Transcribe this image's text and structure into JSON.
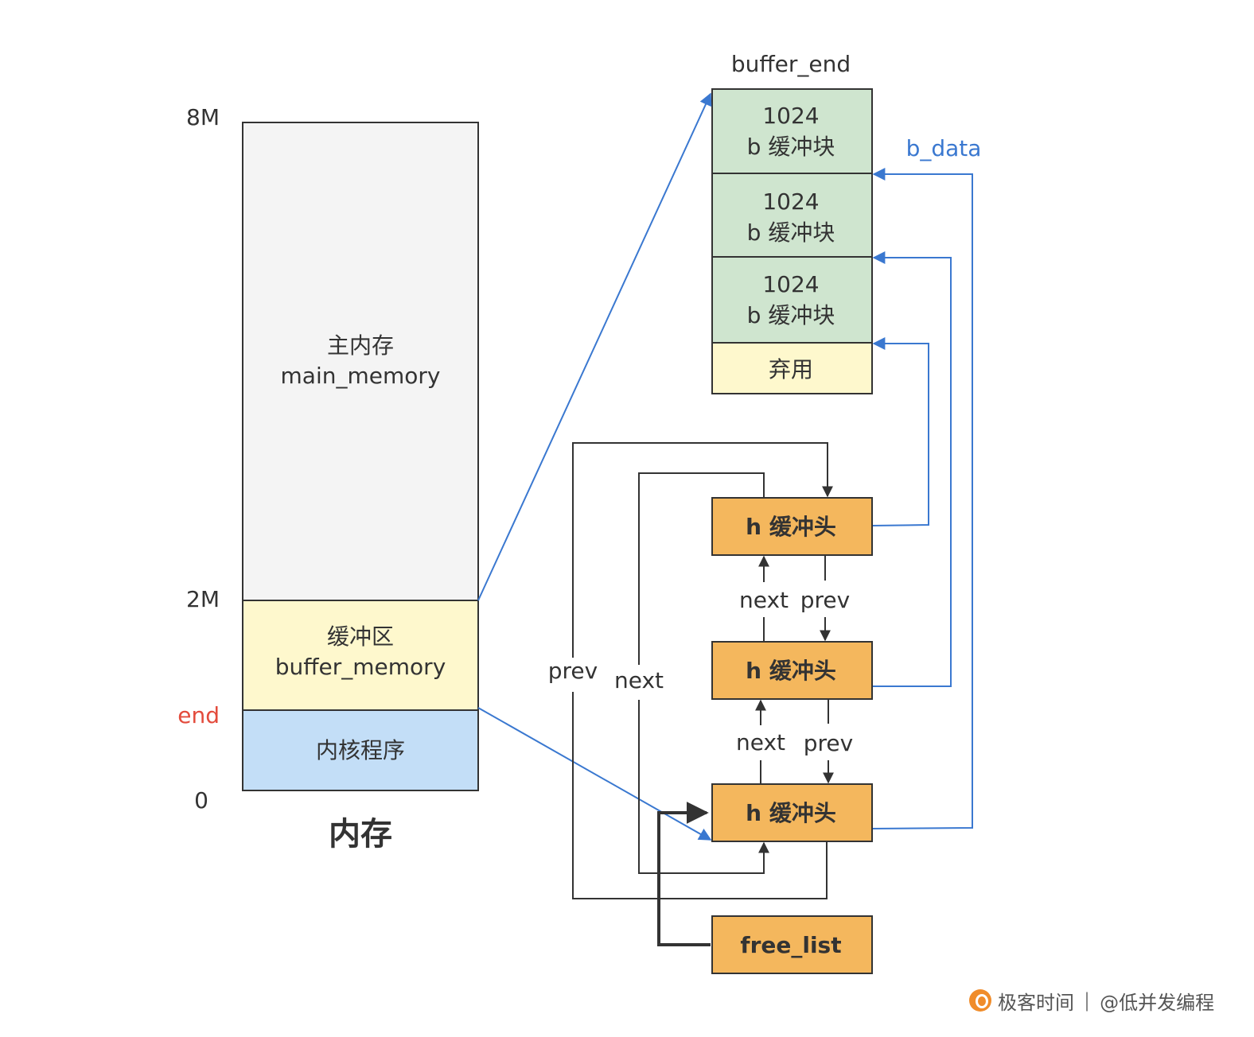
{
  "memory": {
    "title": "内存",
    "axis_labels": {
      "top": "8M",
      "mid": "2M",
      "end": "end",
      "zero": "0"
    },
    "regions": {
      "main": {
        "line1": "主内存",
        "line2": "main_memory",
        "color": "#f4f4f4"
      },
      "buffer": {
        "line1": "缓冲区",
        "line2": "buffer_memory",
        "color": "#fef8cd"
      },
      "kernel": {
        "line1": "内核程序",
        "color": "#c3def7"
      }
    },
    "end_color": "#e34b3c"
  },
  "buffer_blocks": {
    "title": "buffer_end",
    "blocks": [
      {
        "line1": "1024",
        "line2": "b 缓冲块"
      },
      {
        "line1": "1024",
        "line2": "b 缓冲块"
      },
      {
        "line1": "1024",
        "line2": "b 缓冲块"
      }
    ],
    "unused": "弃用",
    "block_color": "#cfe5cf",
    "unused_color": "#fef8cd",
    "b_data_label": "b_data"
  },
  "buffer_heads": {
    "items": [
      {
        "label": "h 缓冲头"
      },
      {
        "label": "h 缓冲头"
      },
      {
        "label": "h 缓冲头"
      }
    ],
    "color": "#f4b75d",
    "free_list": "free_list"
  },
  "links": {
    "next": "next",
    "prev": "prev",
    "outer_prev": "prev",
    "outer_next": "next",
    "pointer_color": "#3a78d0",
    "line_color": "#333333"
  },
  "footer": {
    "brand": "极客时间",
    "separator": "|",
    "author": "@低并发编程"
  }
}
